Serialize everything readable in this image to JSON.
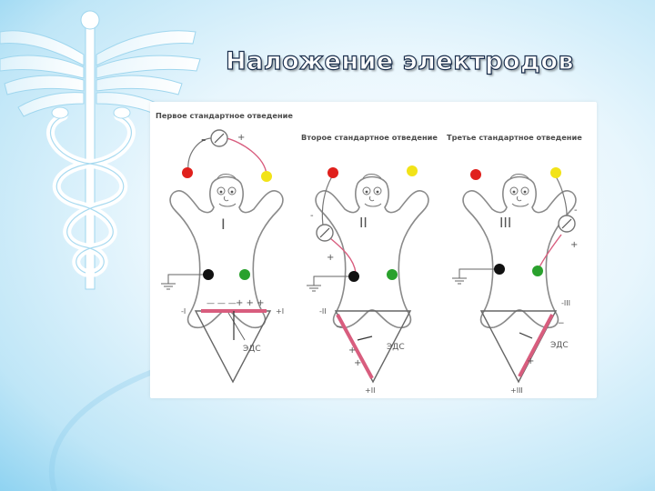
{
  "slide": {
    "title": "Наложение электродов"
  },
  "figure": {
    "captions": [
      "Первое стандартное отведение",
      "Второе стандартное отведение",
      "Третье стандартное отведение"
    ],
    "roman": [
      "I",
      "II",
      "III"
    ],
    "emf_label": "ЭДС",
    "triangle_labels": {
      "lead1": [
        "-I",
        "+I"
      ],
      "lead2": [
        "-II",
        "+II"
      ],
      "lead3": [
        "-III",
        "+III"
      ]
    },
    "signs": {
      "minus": "-",
      "plus": "+"
    },
    "colors": {
      "red": "#e0201c",
      "yellow": "#f2e318",
      "green": "#2aa12d",
      "black": "#111111",
      "lead_wire": "#d85d7e"
    }
  }
}
